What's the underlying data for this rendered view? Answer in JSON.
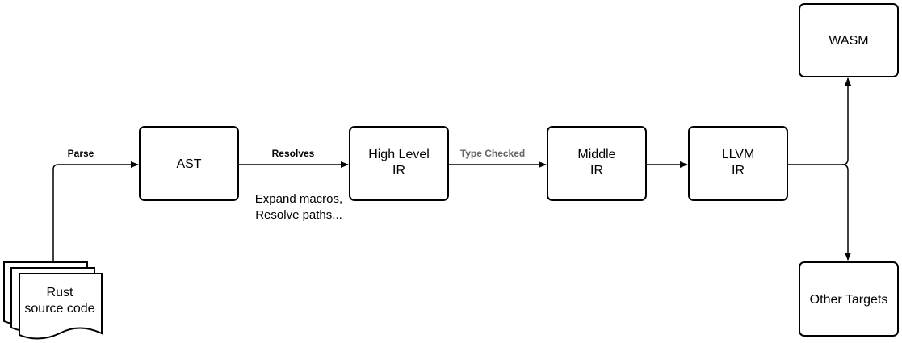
{
  "nodes": {
    "source": {
      "line1": "Rust",
      "line2": "source code"
    },
    "ast": {
      "label": "AST"
    },
    "hir": {
      "line1": "High Level",
      "line2": "IR"
    },
    "mir": {
      "line1": "Middle",
      "line2": "IR"
    },
    "llvm": {
      "line1": "LLVM",
      "line2": "IR"
    },
    "wasm": {
      "label": "WASM"
    },
    "other": {
      "label": "Other Targets"
    }
  },
  "edges": {
    "parse": "Parse",
    "resolves": "Resolves",
    "type_checked": "Type Checked"
  },
  "notes": {
    "resolve_line1": "Expand macros,",
    "resolve_line2": "Resolve paths..."
  }
}
